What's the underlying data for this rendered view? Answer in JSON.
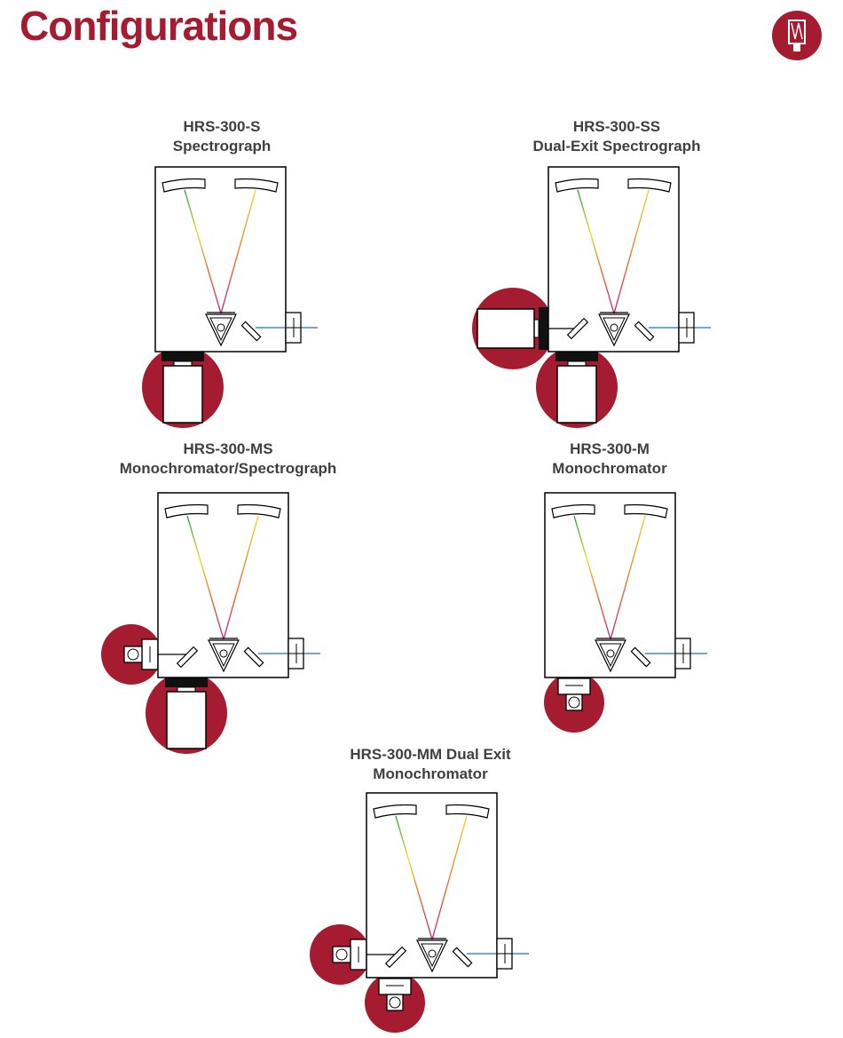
{
  "page": {
    "title": "Configurations",
    "accent_color": "#a51c30",
    "logo_icon": "spectrometer-logo-icon"
  },
  "configurations": [
    {
      "id": "hrs-300-s",
      "title_line1": "HRS-300-S",
      "title_line2": "Spectrograph"
    },
    {
      "id": "hrs-300-ss",
      "title_line1": "HRS-300-SS",
      "title_line2": "Dual-Exit Spectrograph"
    },
    {
      "id": "hrs-300-ms",
      "title_line1": "HRS-300-MS",
      "title_line2": "Monochromator/Spectrograph"
    },
    {
      "id": "hrs-300-m",
      "title_line1": "HRS-300-M",
      "title_line2": "Monochromator"
    },
    {
      "id": "hrs-300-mm",
      "title_line1": "HRS-300-MM Dual Exit",
      "title_line2": "Monochromator"
    }
  ]
}
